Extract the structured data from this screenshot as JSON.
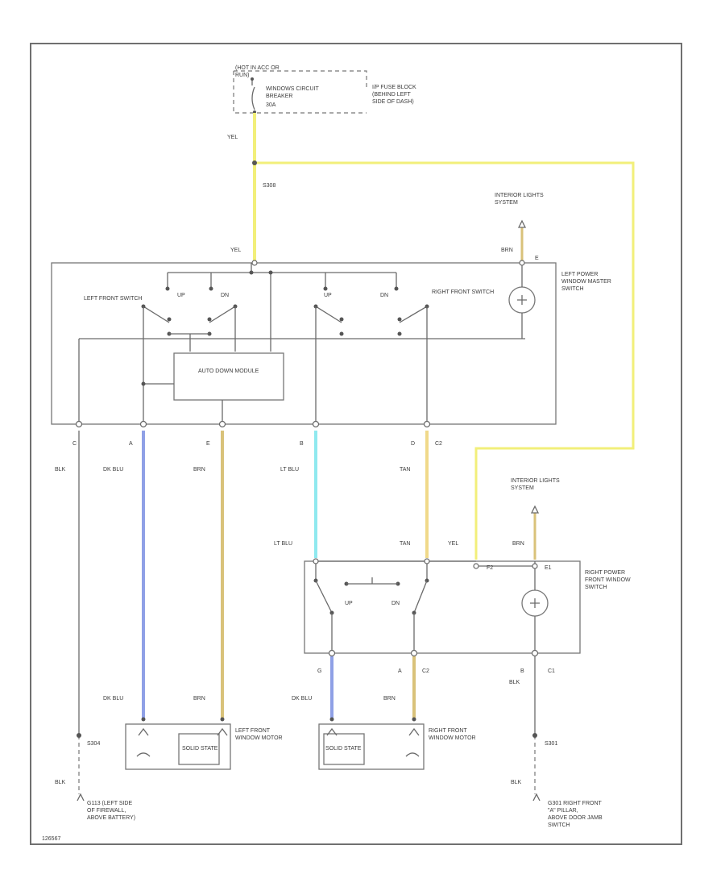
{
  "colors": {
    "yel": "#f2ef7a",
    "dk_blu": "#8fa0e6",
    "brn": "#d9c27a",
    "lt_blu": "#8fe9ef",
    "tan": "#f0d98a",
    "blk": "#666666",
    "line": "#6a6a6a"
  },
  "labels": {
    "hot_in_acc": "(HOT IN ACC OR RUN)",
    "cb_name": "WINDOWS CIRCUIT BREAKER",
    "cb_amps": "30A",
    "fuse_block": "I/P FUSE BLOCK (BEHIND LEFT SIDE OF DASH)",
    "yel_top": "YEL",
    "splice_s": "S308",
    "yel_mid": "YEL",
    "int_lights_1": "INTERIOR LIGHTS SYSTEM",
    "brn_top": "BRN",
    "c_pin_e": "E",
    "left_switch": "LEFT FRONT SWITCH",
    "right_switch": "RIGHT FRONT SWITCH",
    "up_1": "UP",
    "dn_1": "DN",
    "up_2": "UP",
    "dn_2": "DN",
    "auto_module": "AUTO DOWN MODULE",
    "master_switch": "LEFT POWER WINDOW MASTER SWITCH",
    "pin_c": "C",
    "pin_a": "A",
    "pin_e": "E",
    "pin_b": "B",
    "pin_d": "D",
    "c2_a": "C2",
    "blk_1": "BLK",
    "dk_blu_1": "DK BLU",
    "brn_1": "BRN",
    "lt_blu_1": "LT BLU",
    "tan_1": "TAN",
    "int_lights_2": "INTERIOR LIGHTS SYSTEM",
    "lt_blu_2": "LT BLU",
    "tan_2": "TAN",
    "yel_right": "YEL",
    "brn_right": "BRN",
    "pin_f2": "F2",
    "pin_e1": "E1",
    "up_3": "UP",
    "dn_3": "DN",
    "right_switch_full": "RIGHT POWER FRONT WINDOW SWITCH",
    "pin_g": "G",
    "pin_a2": "A",
    "c2_b": "C2",
    "pin_b2": "B",
    "c1": "C1",
    "blk_r": "BLK",
    "dk_blu_2": "DK BLU",
    "brn_2": "BRN",
    "dk_blu_3": "DK BLU",
    "brn_3": "BRN",
    "solid_state_1": "SOLID STATE",
    "solid_state_2": "SOLID STATE",
    "left_motor": "LEFT FRONT WINDOW MOTOR",
    "right_motor": "RIGHT FRONT WINDOW MOTOR",
    "splice_l": "S304",
    "blk_l": "BLK",
    "splice_r": "S301",
    "blk_r2": "BLK",
    "ground_l": "G113 (LEFT SIDE OF FIREWALL, ABOVE BATTERY)",
    "ground_r": "G301 RIGHT FRONT \"A\" PILLAR, ABOVE DOOR JAMB SWITCH",
    "corner": "126567"
  }
}
